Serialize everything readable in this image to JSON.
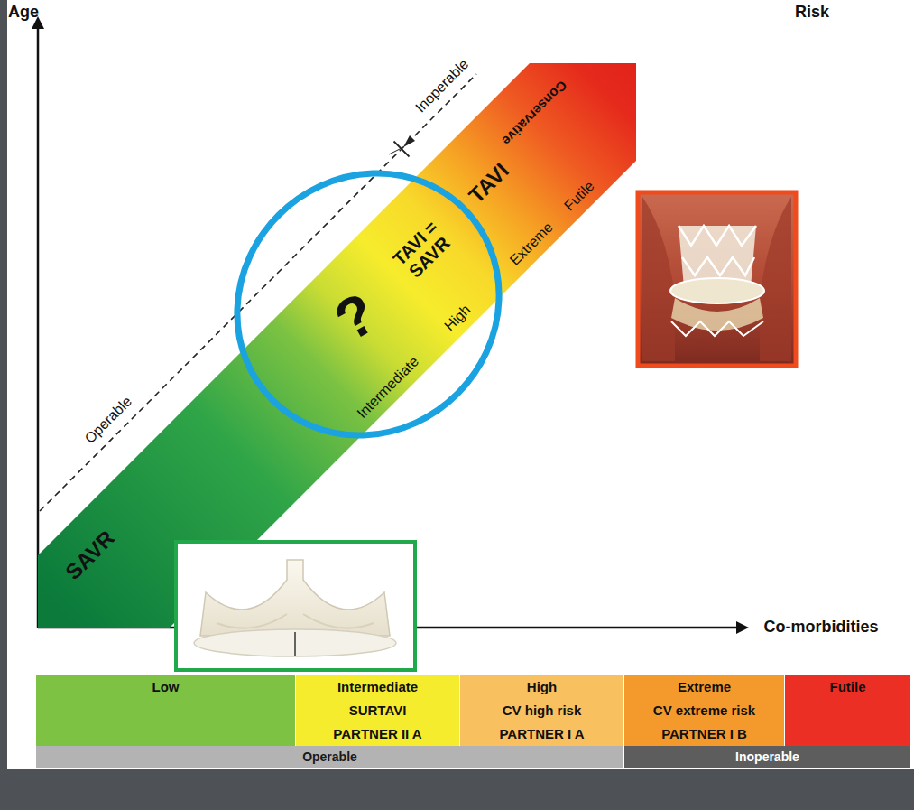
{
  "diagram": {
    "nodes": [
      {
        "text": [
          "SAVR",
          "?",
          "TAVI = SAVR",
          "TAVI",
          "Conservative"
        ]
      },
      {
        "text": [
          "Low"
        ]
      },
      {
        "text": [
          "Intermediate",
          "SURTAVI",
          "PARTNER II A"
        ]
      },
      {
        "text": [
          "High",
          "CV high risk",
          "PARTNER I A"
        ]
      },
      {
        "text": [
          "Extreme",
          "CV extreme risk",
          "PARTNER I B"
        ]
      },
      {
        "text": [
          "Futile"
        ]
      },
      {
        "text": [
          "Operable"
        ]
      },
      {
        "text": [
          "Inoperable"
        ]
      }
    ],
    "labels": [
      "Age",
      "Risk",
      "Operable",
      "Inoperable",
      "Intermediate",
      "High",
      "Extreme",
      "Futile",
      "Co-morbidities"
    ]
  }
}
